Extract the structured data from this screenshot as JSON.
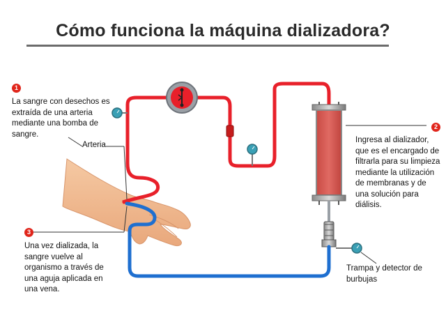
{
  "title": "Cómo funciona la máquina dializadora?",
  "steps": [
    {
      "number": "1",
      "text": "La sangre con desechos es extraída de una arteria mediante una bomba de sangre."
    },
    {
      "number": "2",
      "text": "Ingresa al dializador, que es el encargado de filtrarla para su limpieza mediante la utilización de membranas y de una solución para diálisis."
    },
    {
      "number": "3",
      "text": "Una vez dializada, la sangre vuelve al organismo a través de una aguja aplicada en una vena."
    }
  ],
  "labels": {
    "artery": "Arteria",
    "trap": "Trampa y detector de burbujas"
  },
  "colors": {
    "arterial_line": "#e8202a",
    "venous_line": "#1e6fd0",
    "dialyzer_fill": "#d9574f",
    "badge": "#e0251b",
    "gauge": "#3aa0b5"
  }
}
